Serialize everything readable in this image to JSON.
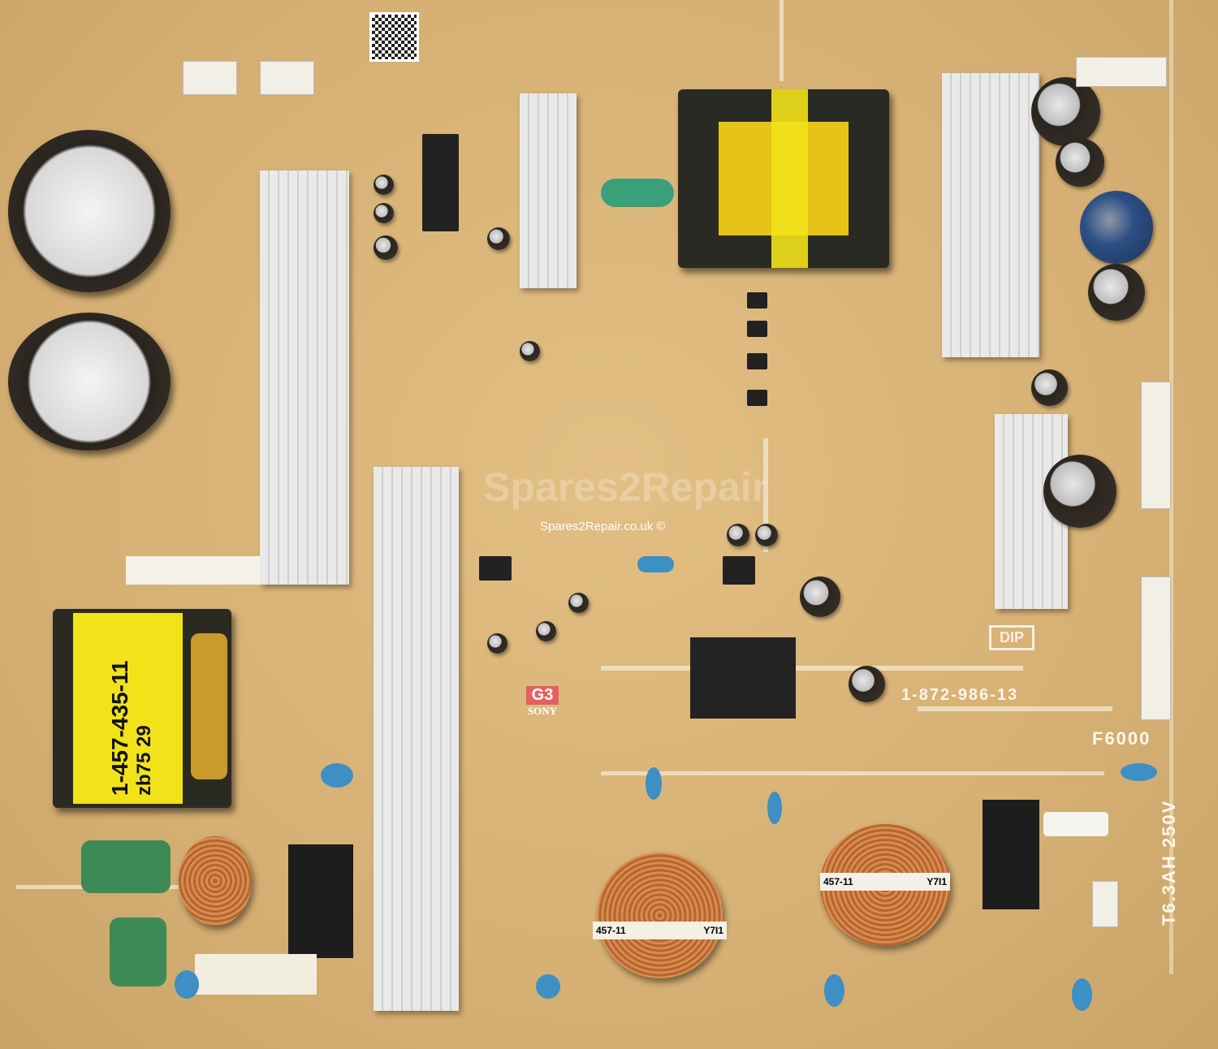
{
  "board": {
    "part_number": "1-872-986-13",
    "fuse_label": "F6000",
    "fuse_rating": "T6.3AH 250V",
    "brand": "SONY",
    "logo_mark": "G3",
    "dip_label": "DIP",
    "watermark": "Spares2Repair.co.uk ©",
    "watermark_large": "Spares2Repair"
  },
  "transformer": {
    "label_line1": "1-457-435-11",
    "label_line2": "zb75 29"
  },
  "chokes": [
    {
      "left_tag": "457-11",
      "right_tag": "Y7I1"
    },
    {
      "left_tag": "457-11",
      "right_tag": "Y7I1"
    }
  ],
  "colors": {
    "pcb": "#d9b478",
    "silkscreen": "#f5efe0",
    "label_yellow": "#f2e21a"
  }
}
